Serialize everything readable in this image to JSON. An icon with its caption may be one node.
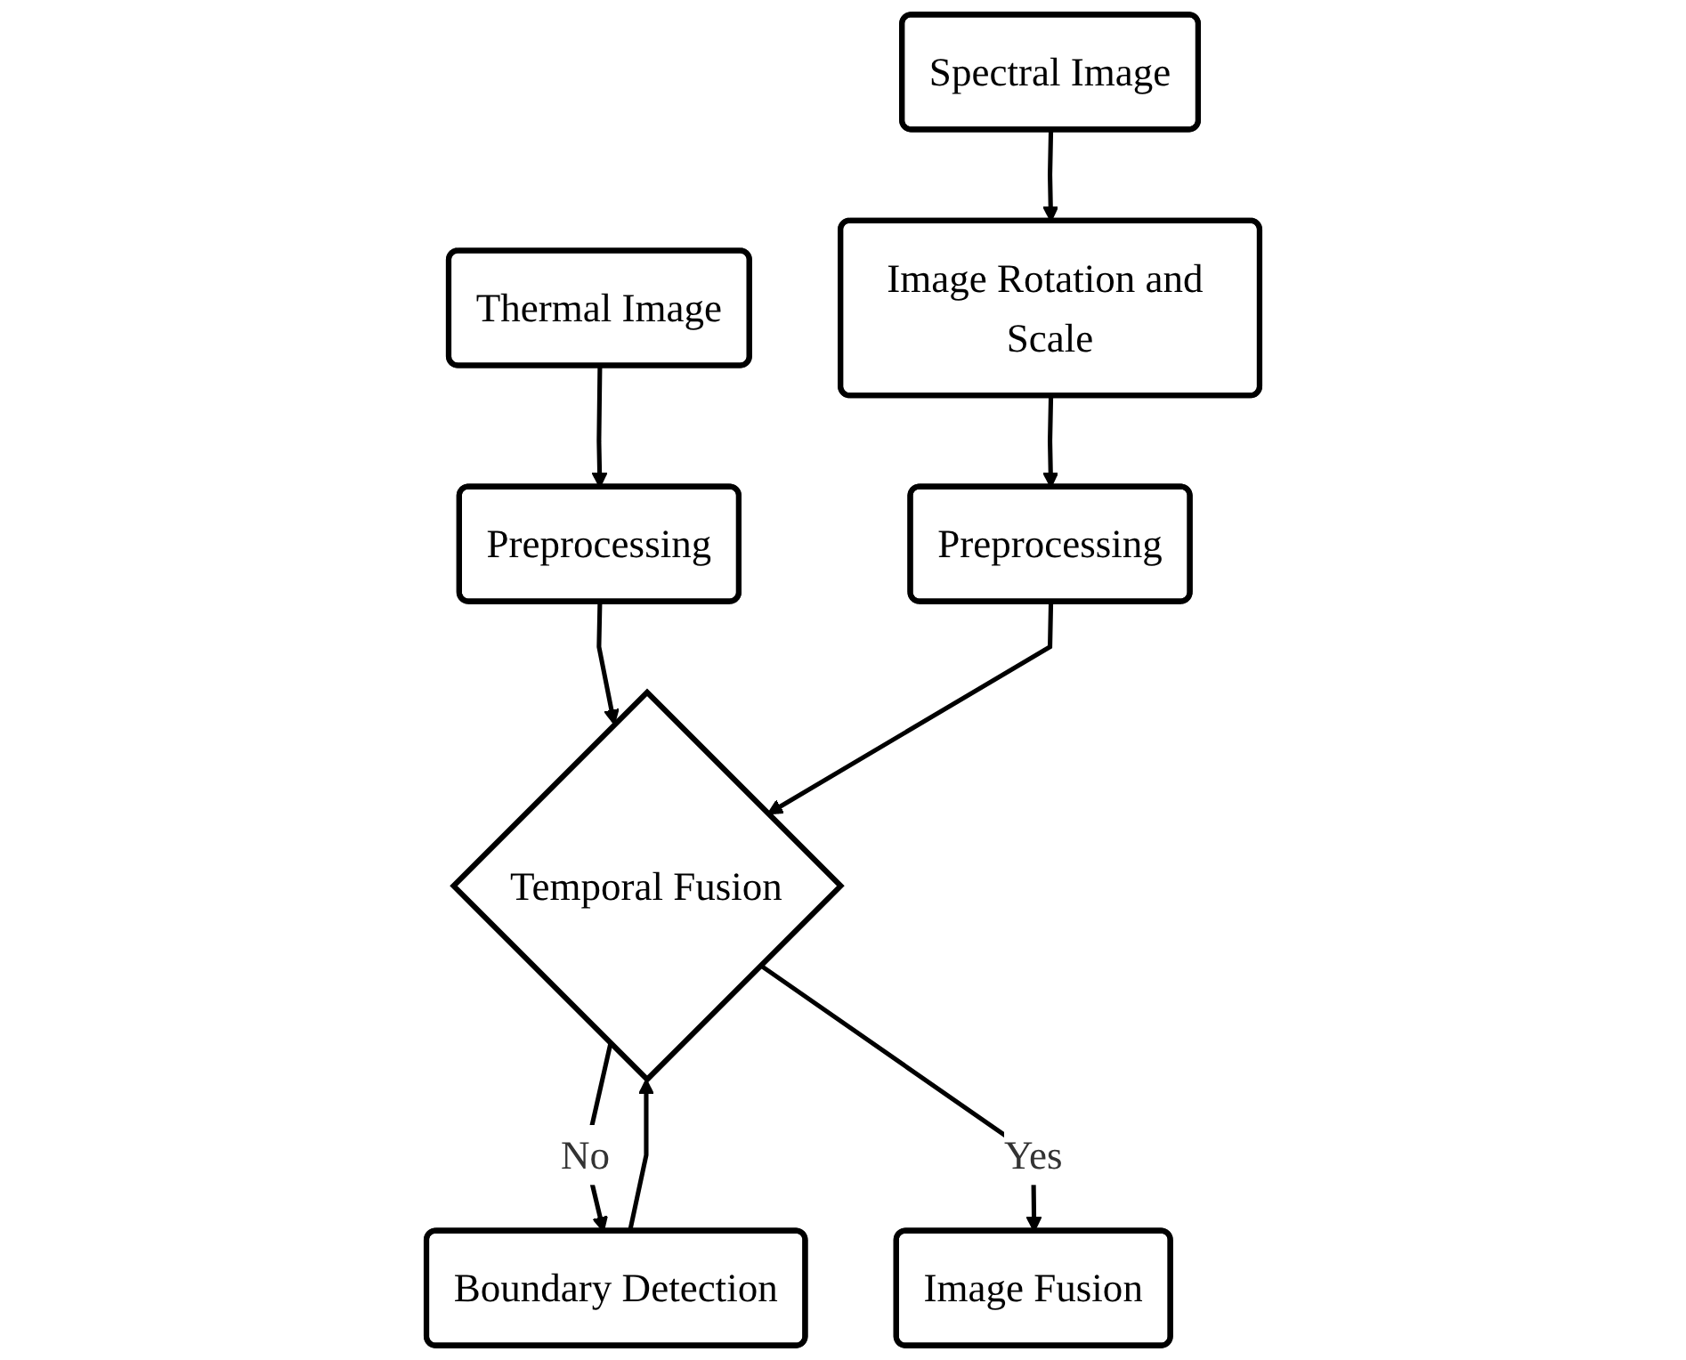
{
  "diagram": {
    "nodes": [
      {
        "text": [
          "Thermal Image"
        ]
      },
      {
        "text": [
          "Preprocessing"
        ]
      },
      {
        "text": [
          "Spectral Image"
        ]
      },
      {
        "text": [
          "Image Rotation and Scale"
        ]
      },
      {
        "text": [
          "Preprocessing"
        ]
      },
      {
        "text": [
          "Temporal Fusion"
        ]
      },
      {
        "text": [
          "Boundary Detection"
        ]
      },
      {
        "text": [
          "Image Fusion"
        ]
      }
    ],
    "edges": [
      {
        "from": 0,
        "to": 1,
        "arrow": "to"
      },
      {
        "from": 2,
        "to": 3,
        "arrow": "to"
      },
      {
        "from": 3,
        "to": 4,
        "arrow": "to"
      },
      {
        "from": 1,
        "to": 5,
        "arrow": "to"
      },
      {
        "from": 4,
        "to": 5,
        "arrow": "to"
      },
      {
        "from": 5,
        "to": 6,
        "label": "No",
        "arrow": "to"
      },
      {
        "from": 6,
        "to": 5,
        "arrow": "to"
      },
      {
        "from": 5,
        "to": 7,
        "label": "Yes",
        "arrow": "to"
      }
    ]
  }
}
